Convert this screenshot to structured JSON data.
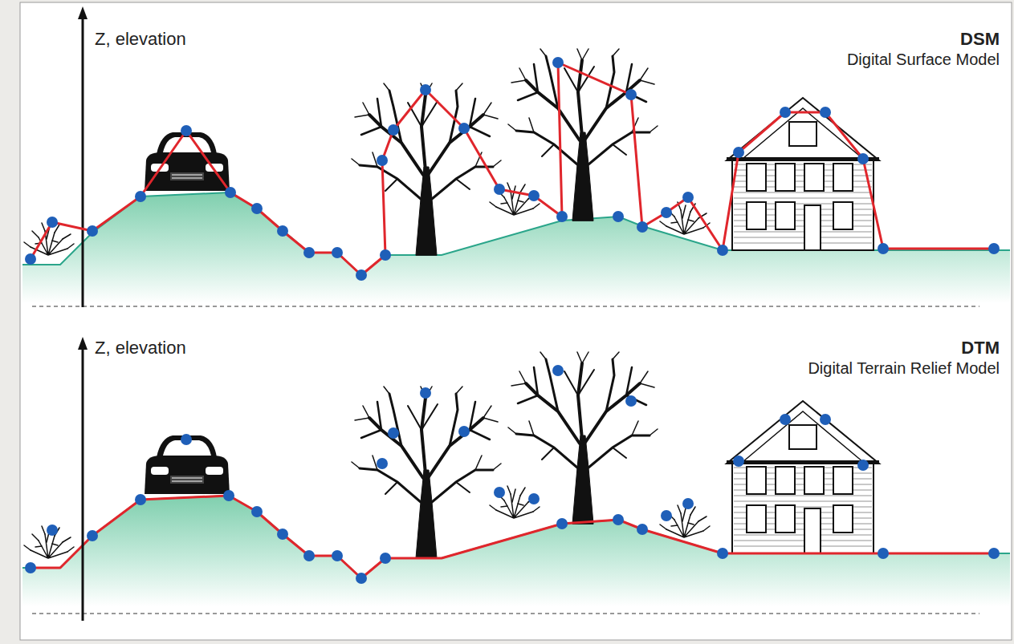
{
  "diagram": {
    "labels": [
      "Z, elevation",
      "DSM",
      "Digital Surface Model",
      "Z, elevation",
      "DTM",
      "Digital Terrain Relief Model"
    ]
  }
}
